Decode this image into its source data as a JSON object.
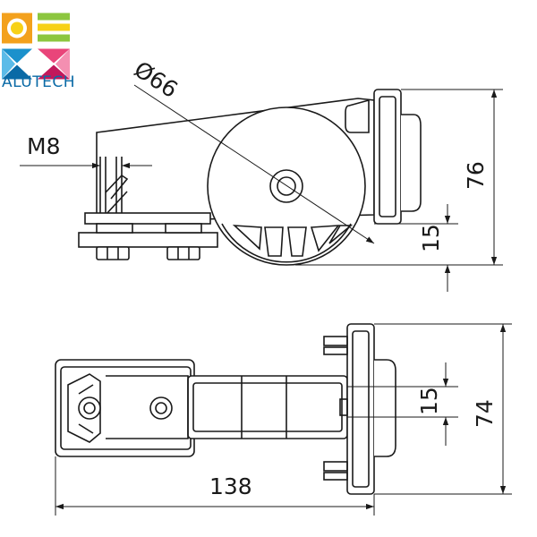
{
  "brand": {
    "name": "ALUTECH",
    "logo_colors": [
      "#f3a11d",
      "#8cc63f",
      "#e9457a",
      "#1b91cc",
      "#f7d117"
    ]
  },
  "side_view": {
    "dimensions": {
      "diameter": "Ø66",
      "thread": "M8",
      "height": "76",
      "offset": "15"
    }
  },
  "top_view": {
    "dimensions": {
      "length": "138",
      "height": "74",
      "offset": "15"
    }
  }
}
